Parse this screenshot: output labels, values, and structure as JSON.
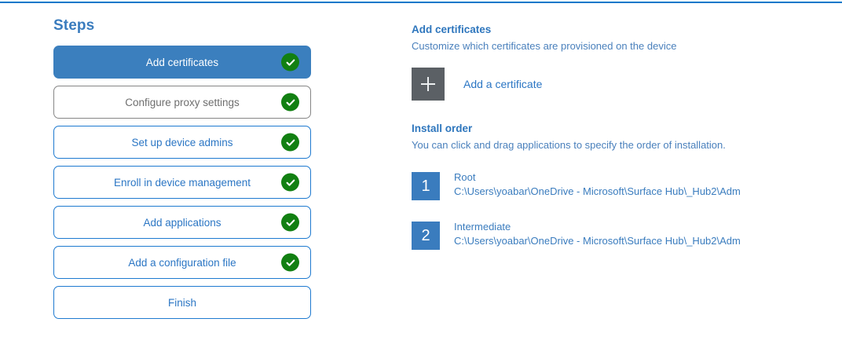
{
  "accent": {
    "top_rule": "#0078ca",
    "primary_blue": "#3a7cbe",
    "link_blue": "#2b76c4",
    "check_green": "#128012",
    "tile_gray": "#5b6065"
  },
  "steps": {
    "heading": "Steps",
    "items": [
      {
        "label": "Add certificates",
        "state": "active",
        "completed": true,
        "check_icon": "check-circle-icon"
      },
      {
        "label": "Configure proxy settings",
        "state": "muted",
        "completed": true,
        "check_icon": "check-circle-icon"
      },
      {
        "label": "Set up device admins",
        "state": "default",
        "completed": true,
        "check_icon": "check-circle-icon"
      },
      {
        "label": "Enroll in device management",
        "state": "default",
        "completed": true,
        "check_icon": "check-circle-icon"
      },
      {
        "label": "Add applications",
        "state": "default",
        "completed": true,
        "check_icon": "check-circle-icon"
      },
      {
        "label": "Add a configuration file",
        "state": "default",
        "completed": true,
        "check_icon": "check-circle-icon"
      },
      {
        "label": "Finish",
        "state": "default",
        "completed": false,
        "check_icon": ""
      }
    ]
  },
  "detail": {
    "title": "Add certificates",
    "subtitle": "Customize which certificates are provisioned on the device",
    "add_certificate": {
      "icon": "plus-icon",
      "label": "Add a certificate"
    },
    "install_order": {
      "title": "Install order",
      "subtitle": "You can click and drag applications to specify the order of installation.",
      "items": [
        {
          "number": "1",
          "name": "Root",
          "path": "C:\\Users\\yoabar\\OneDrive - Microsoft\\Surface Hub\\_Hub2\\Adm"
        },
        {
          "number": "2",
          "name": "Intermediate",
          "path": "C:\\Users\\yoabar\\OneDrive - Microsoft\\Surface Hub\\_Hub2\\Adm"
        }
      ]
    }
  }
}
